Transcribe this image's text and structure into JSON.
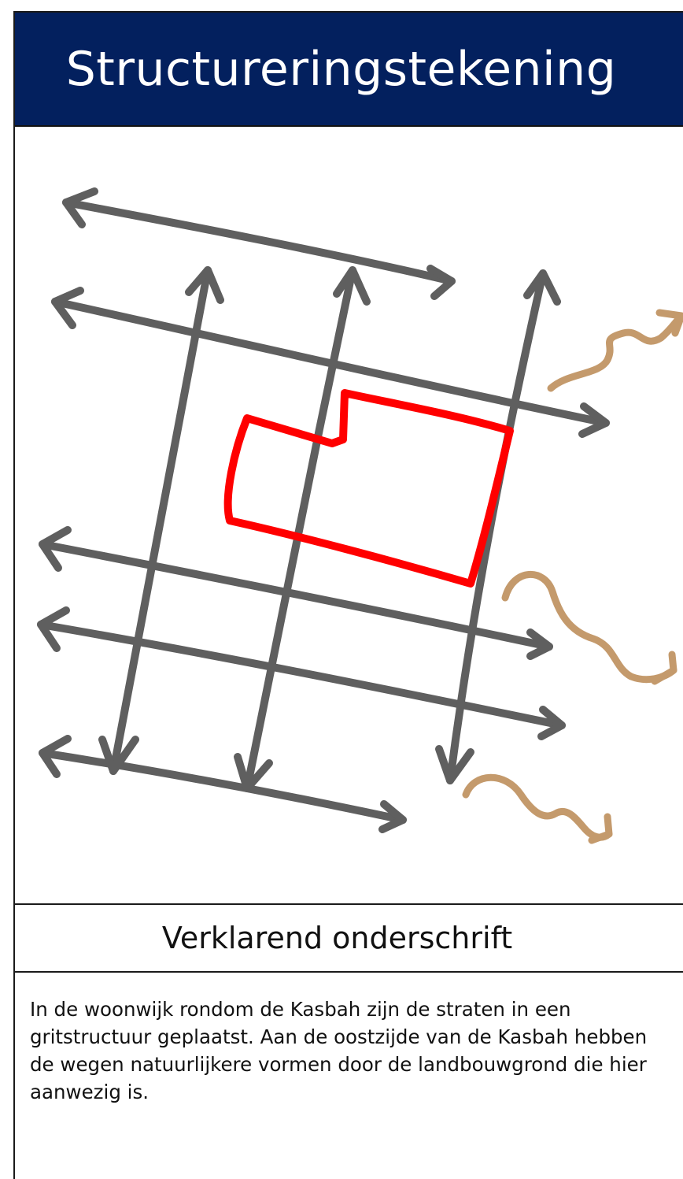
{
  "title": "Structureringstekening",
  "caption": {
    "heading": "Verklarend onderschrift",
    "body": "In de woonwijk rondom de Kasbah zijn de straten in een gritstructuur geplaatst. Aan de oostzijde van de Kasbah hebben de wegen natuurlijkere vormen door de landbouwgrond die hier aanwezig is."
  },
  "colors": {
    "header_background": "#03205e",
    "street_lines": "#5f5f5f",
    "site_outline": "#ff0000",
    "natural_roads": "#c49a6c"
  },
  "icons": [
    "double-arrow-street-icon",
    "site-outline-icon",
    "wavy-arrow-icon"
  ]
}
